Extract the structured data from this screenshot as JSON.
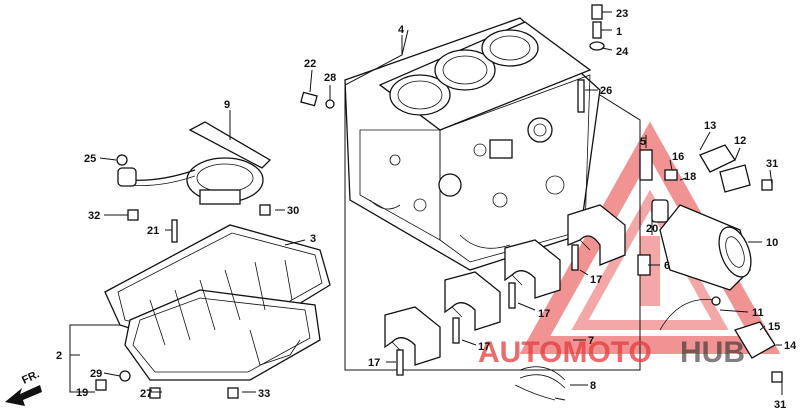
{
  "diagram": {
    "part_labels": {
      "p1": "1",
      "p2": "2",
      "p3": "3",
      "p4": "4",
      "p5": "5",
      "p6": "6",
      "p7": "7",
      "p8": "8",
      "p9": "9",
      "p10": "10",
      "p11": "11",
      "p12": "12",
      "p13": "13",
      "p14": "14",
      "p15": "15",
      "p16": "16",
      "p17a": "17",
      "p17b": "17",
      "p17c": "17",
      "p17d": "17",
      "p18": "18",
      "p19": "19",
      "p20": "20",
      "p21": "21",
      "p22": "22",
      "p23": "23",
      "p24": "24",
      "p25": "25",
      "p26": "26",
      "p27": "27",
      "p28": "28",
      "p29": "29",
      "p30": "30",
      "p31a": "31",
      "p31b": "31",
      "p32": "32",
      "p33": "33"
    },
    "front_arrow_label": "FR."
  },
  "watermark": {
    "text_red": "AUTOMOTO",
    "text_dark": "HUB",
    "color_red": "#e63b3b",
    "color_dark": "#2b2b2b"
  }
}
